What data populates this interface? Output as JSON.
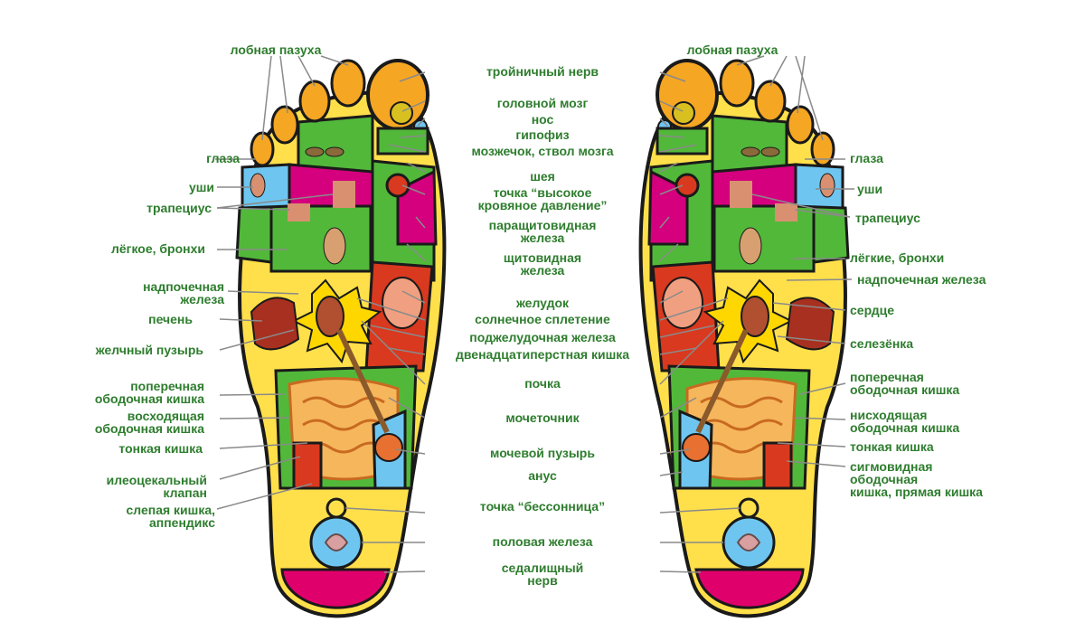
{
  "colors": {
    "label": "#2e7d2e",
    "line": "#8a8a8a",
    "outline": "#1a1a1a",
    "foot": "#ffe04a",
    "toe": "#f5a623",
    "green": "#52b83a",
    "magenta": "#d4007d",
    "blue": "#6ec6f0",
    "red": "#d9391f",
    "heel": "#e0006b"
  },
  "labels": {
    "left": {
      "frontal_sinus": "лобная пазуха",
      "eyes": "глаза",
      "ears": "уши",
      "trapezius": "трапециус",
      "lungs": "лёгкое, бронхи",
      "adrenal": "надпочечная\nжелеза",
      "liver": "печень",
      "gallbladder": "желчный пузырь",
      "transverse_colon": "поперечная\nободочная кишка",
      "ascending_colon": "восходящая\nободочная кишка",
      "small_intestine": "тонкая кишка",
      "ileocecal": "илеоцекальный\nклапан",
      "cecum": "слепая кишка,\nаппендикс"
    },
    "center": {
      "trigeminal": "тройничный нерв",
      "brain": "головной мозг",
      "nose": "нос",
      "pituitary": "гипофиз",
      "cerebellum": "мозжечок, ствол мозга",
      "neck": "шея",
      "blood_pressure": "точка “высокое\nкровяное давление”",
      "parathyroid": "паращитовидная\nжелеза",
      "thyroid": "щитовидная\nжелеза",
      "stomach": "желудок",
      "solar_plexus": "солнечное сплетение",
      "pancreas": "поджелудочная железа",
      "duodenum": "двенадцатиперстная кишка",
      "kidney": "почка",
      "ureter": "мочеточник",
      "bladder": "мочевой пузырь",
      "anus": "анус",
      "insomnia": "точка “бессонница”",
      "gonad": "половая железа",
      "sciatic": "седалищный\nнерв"
    },
    "right": {
      "frontal_sinus": "лобная пазуха",
      "eyes": "глаза",
      "ears": "уши",
      "trapezius": "трапециус",
      "lungs": "лёгкие, бронхи",
      "adrenal": "надпочечная железа",
      "heart": "сердце",
      "spleen": "селезёнка",
      "transverse_colon": "поперечная\nободочная кишка",
      "descending_colon": "нисходящая\nободочная кишка",
      "small_intestine": "тонкая кишка",
      "sigmoid": "сигмовидная\nободочная\nкишка, прямая кишка"
    }
  }
}
